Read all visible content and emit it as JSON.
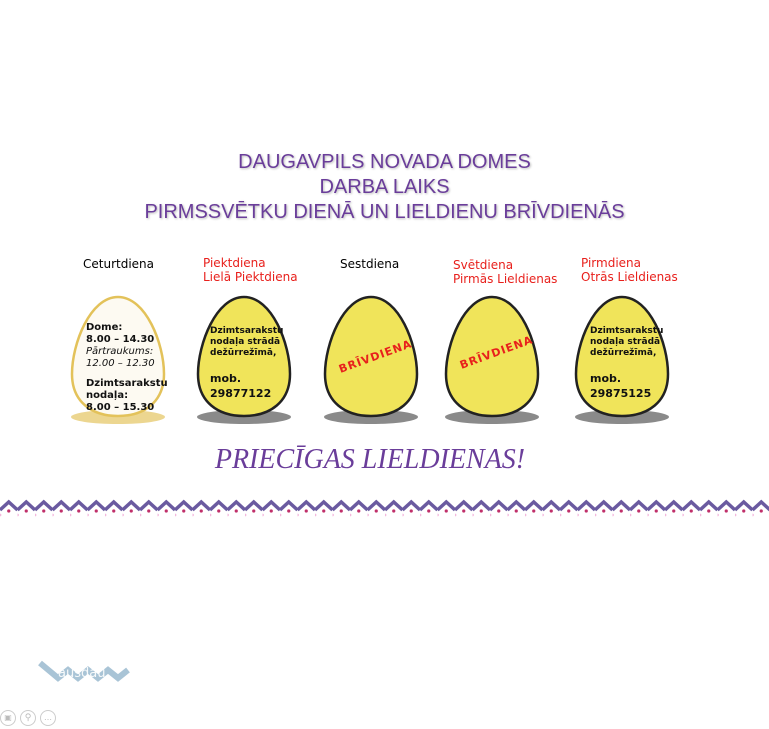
{
  "title": [
    "DAUGAVPILS NOVADA DOMES",
    "DARBA LAIKS",
    "PIRMSSVĒTKU DIENĀ UN LIELDIENU BRĪVDIENĀS"
  ],
  "days": [
    {
      "line1": "Ceturtdiena",
      "line2": ""
    },
    {
      "line1": "Piektdiena",
      "line2": "Lielā Piektdiena"
    },
    {
      "line1": "Sestdiena",
      "line2": ""
    },
    {
      "line1": "Svētdiena",
      "line2": "Pirmās Lieldienas"
    },
    {
      "line1": "Pirmdiena",
      "line2": "Otrās Lieldienas"
    }
  ],
  "egg1": {
    "l1": "Dome:",
    "l2": "8.00 – 14.30",
    "l3": "Pārtraukums:",
    "l4": "12.00 – 12.30",
    "l5": "Dzimtsarakstu",
    "l6": "nodaļa:",
    "l7": "8.00 – 15.30"
  },
  "egg2": {
    "l1": "Dzimtsarakstu",
    "l2": "nodaļa strādā",
    "l3": "dežūrrežīmā,",
    "l4": "mob.",
    "l5": "29877122"
  },
  "egg3": {
    "stamp": "BRĪVDIENA"
  },
  "egg4": {
    "stamp": "BRĪVDIENA"
  },
  "egg5": {
    "l1": "Dzimtsarakstu",
    "l2": "nodaļa strādā",
    "l3": "dežūrrežīmā,",
    "l4": "mob.",
    "l5": "29875125"
  },
  "greeting": "PRIECĪGAS LIELDIENAS!",
  "watermark": "ausdau",
  "colors": {
    "purple": "#6a3d9a",
    "red": "#e8201c",
    "egg": "#f0e45a"
  }
}
